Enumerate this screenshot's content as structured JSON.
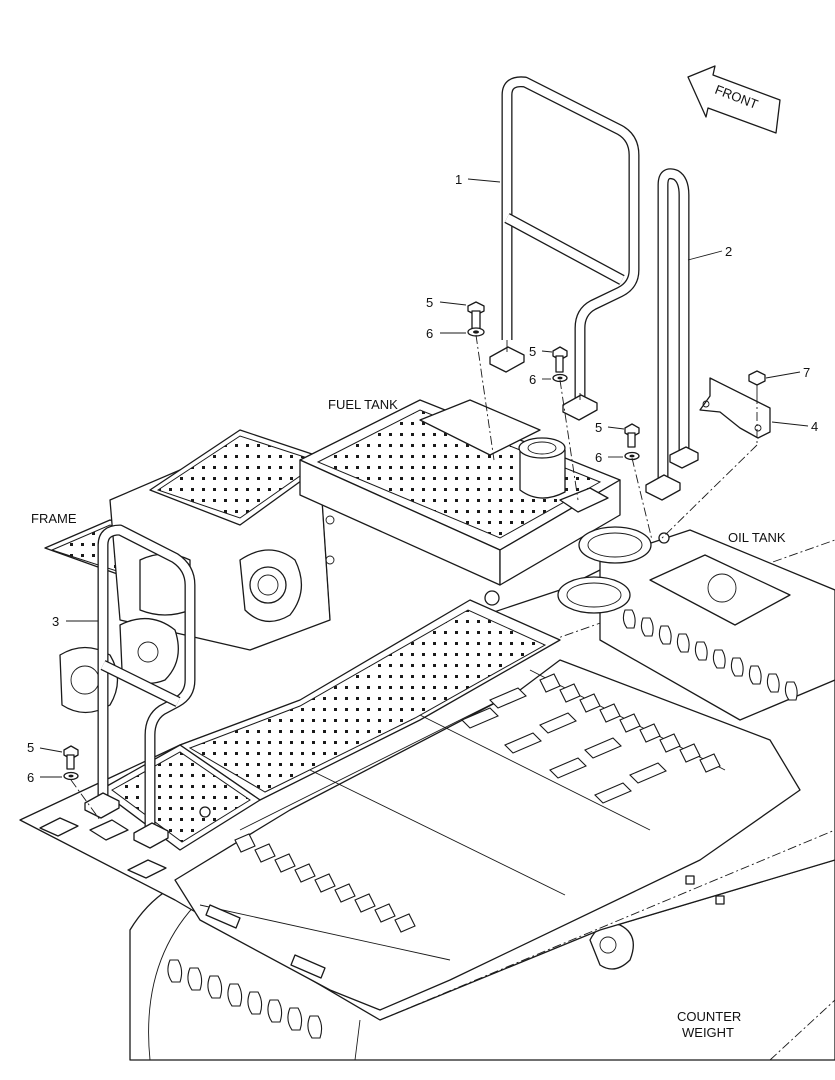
{
  "labels": {
    "front": "FRONT",
    "fuel_tank": "FUEL TANK",
    "frame": "FRAME",
    "oil_tank": "OIL TANK",
    "counter_weight_line1": "COUNTER",
    "counter_weight_line2": "WEIGHT"
  },
  "callouts": {
    "c1": "1",
    "c2": "2",
    "c3": "3",
    "c4": "4",
    "c5a": "5",
    "c6a": "6",
    "c5b": "5",
    "c6b": "6",
    "c5c": "5",
    "c6c": "6",
    "c5d": "5",
    "c6d": "6",
    "c7": "7"
  },
  "icons": {
    "front_arrow": "front-direction-arrow-icon"
  }
}
